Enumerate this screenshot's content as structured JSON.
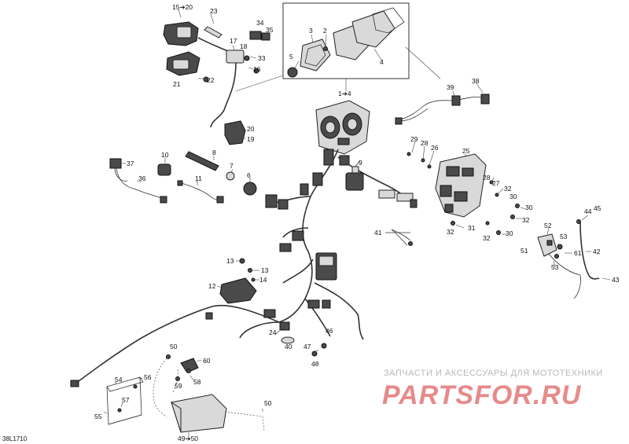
{
  "diagram": {
    "drawing_code": "38L1710",
    "callouts": {
      "c15_20": "15➔20",
      "c23": "23",
      "c34": "34",
      "c35": "35",
      "c17": "17",
      "c18": "18",
      "c33": "33",
      "c16": "16",
      "c21": "21",
      "c22": "22",
      "c20": "20",
      "c19": "19",
      "c3": "3",
      "c2": "2",
      "c5": "5",
      "c4": "4",
      "c1_4": "1➔4",
      "c39": "39",
      "c38": "38",
      "c29": "29",
      "c28a": "28",
      "c26": "26",
      "c25": "25",
      "c27": "27",
      "c28b": "28",
      "c32a": "32",
      "c30a": "30",
      "c30b": "30",
      "c32b": "32",
      "c31": "31",
      "c32c": "32",
      "c30c": "30",
      "c32d": "32",
      "c44": "44",
      "c45": "45",
      "c52": "52",
      "c53a": "53",
      "c51": "51",
      "c61": "61",
      "c42": "42",
      "c53b": "53",
      "c43": "43",
      "c37": "37",
      "c10": "10",
      "c8": "8",
      "c7": "7",
      "c6": "6",
      "c36": "36",
      "c11": "11",
      "c9": "9",
      "c41": "41",
      "c13a": "13",
      "c13b": "13",
      "c14": "14",
      "c12": "12",
      "c24": "24",
      "c40": "40",
      "c46": "46",
      "c47": "47",
      "c48": "48",
      "c50a": "50",
      "c60": "60",
      "c58": "58",
      "c59": "59",
      "c56": "56",
      "c54": "54",
      "c57": "57",
      "c55": "55",
      "c50b": "50",
      "c49_50": "49➔50"
    }
  },
  "watermark": {
    "tagline": "ЗАПЧАСТИ И АКСЕССУАРЫ ДЛЯ МОТОТЕХНИКИ",
    "brand": "PARTSFOR.RU",
    "brand_color": "#e06666"
  }
}
